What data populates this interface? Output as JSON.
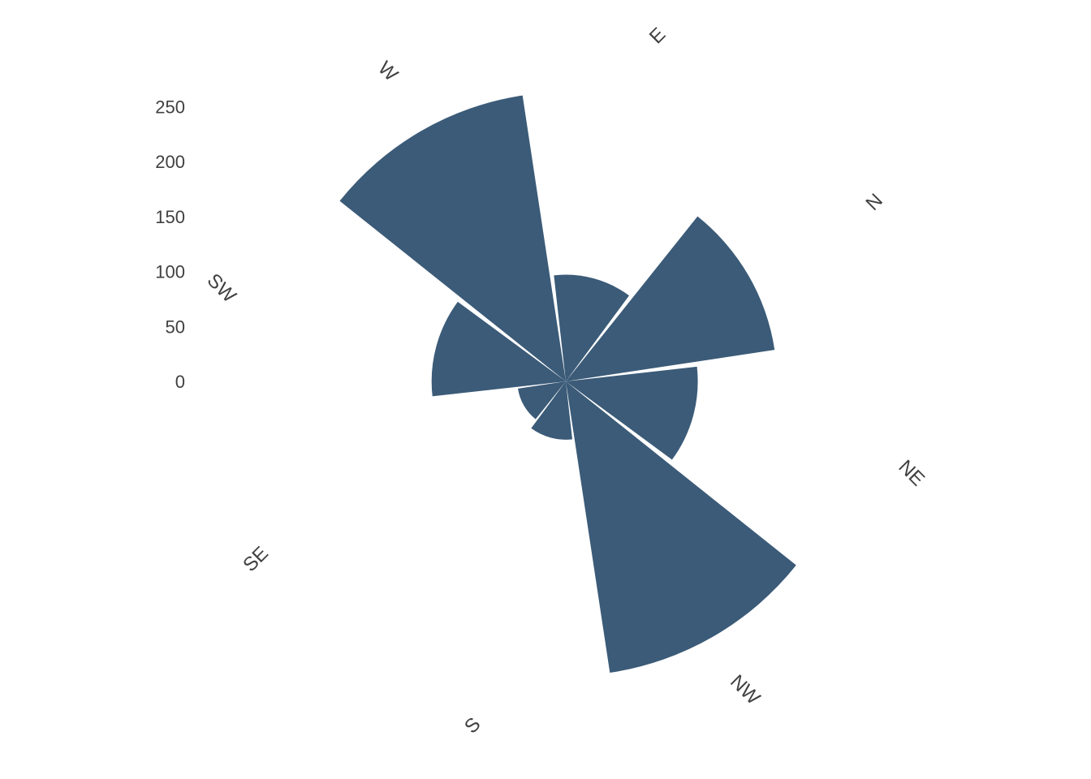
{
  "chart_data": {
    "type": "polar-bar",
    "title": "",
    "categories": [
      "N",
      "NE",
      "NW",
      "S",
      "SE",
      "SW",
      "W",
      "E"
    ],
    "start_direction": "N",
    "start_angle_deg": 60,
    "rotation": "clockwise",
    "series": [
      {
        "values": [
          192,
          120,
          268,
          53,
          44,
          122,
          263,
          97
        ],
        "color": "#3b5b78"
      }
    ],
    "radial_axis": {
      "range": [
        0,
        270
      ],
      "ticks": [
        "0",
        "50",
        "100",
        "150",
        "200",
        "250"
      ],
      "tick_values": [
        0,
        50,
        100,
        150,
        200,
        250
      ]
    },
    "grid": false,
    "legend": "none",
    "background": "#ffffff"
  }
}
